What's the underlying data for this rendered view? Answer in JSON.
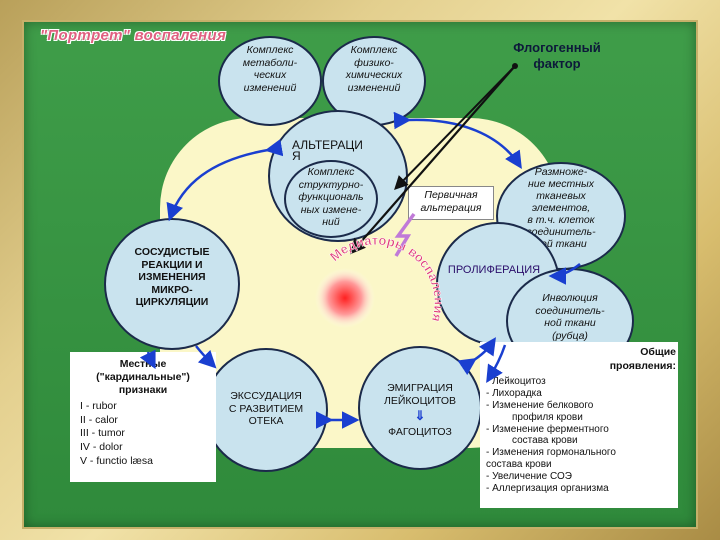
{
  "title": "\"Портрет\" воспаления",
  "phlogogenic_factor": [
    "Флогогенный",
    "фактор"
  ],
  "metabolic_complex": [
    "Комплекс",
    "метаболи-",
    "ческих",
    "изменений"
  ],
  "physchem_complex": [
    "Комплекс",
    "физико-",
    "химических",
    "изменений"
  ],
  "alteration": [
    "АЛЬТЕРАЦИ",
    "Я"
  ],
  "structural_complex": [
    "Комплекс",
    "структурно-",
    "функциональ",
    "ных измене-",
    "ний"
  ],
  "primary_alteration": [
    "Первичная",
    "альтерация"
  ],
  "reproduction": [
    "Размноже-",
    "ние местных",
    "тканевых",
    "элементов,",
    "в т.ч. клеток",
    "соединитель-",
    "ной ткани"
  ],
  "vascular": [
    "СОСУДИСТЫЕ",
    "РЕАКЦИИ И",
    "ИЗМЕНЕНИЯ",
    "МИКРО-",
    "ЦИРКУЛЯЦИИ"
  ],
  "proliferation": "ПРОЛИФЕРАЦИЯ",
  "mediators": "Медиаторы воспаления",
  "involution": [
    "Инволюция",
    "соединитель-",
    "ной ткани",
    "(рубца)"
  ],
  "local_signs": {
    "heading": [
      "Местные",
      "(\"кардинальные\")",
      "признаки"
    ],
    "items": [
      "I  -  rubor",
      "II  -  calor",
      "III  -  tumor",
      "IV  -  dolor",
      "V  - functio læsa"
    ]
  },
  "exudation": [
    "ЭКССУДАЦИЯ",
    "С РАЗВИТИЕМ",
    "ОТЕКА"
  ],
  "emigration": [
    "ЭМИГРАЦИЯ",
    "ЛЕЙКОЦИТОВ"
  ],
  "phagocytosis": "ФАГОЦИТОЗ",
  "general": {
    "heading": [
      "Общие",
      "проявления:"
    ],
    "items": [
      "- Лейкоцитоз",
      "- Лихорадка",
      "- Изменение белкового",
      "профиля крови",
      "- Изменение  ферментного",
      "состава крови",
      "- Изменения гормонального",
      "состава крови",
      "- Увеличение СОЭ",
      "- Аллергизация организма"
    ]
  },
  "colors": {
    "arrow_blue": "#1a3fd0",
    "circle_fill": "#c9e3ee",
    "panel_yellow": "#fbf7c8",
    "pink_text": "#e0407a",
    "bolt": "#c07ad8"
  }
}
